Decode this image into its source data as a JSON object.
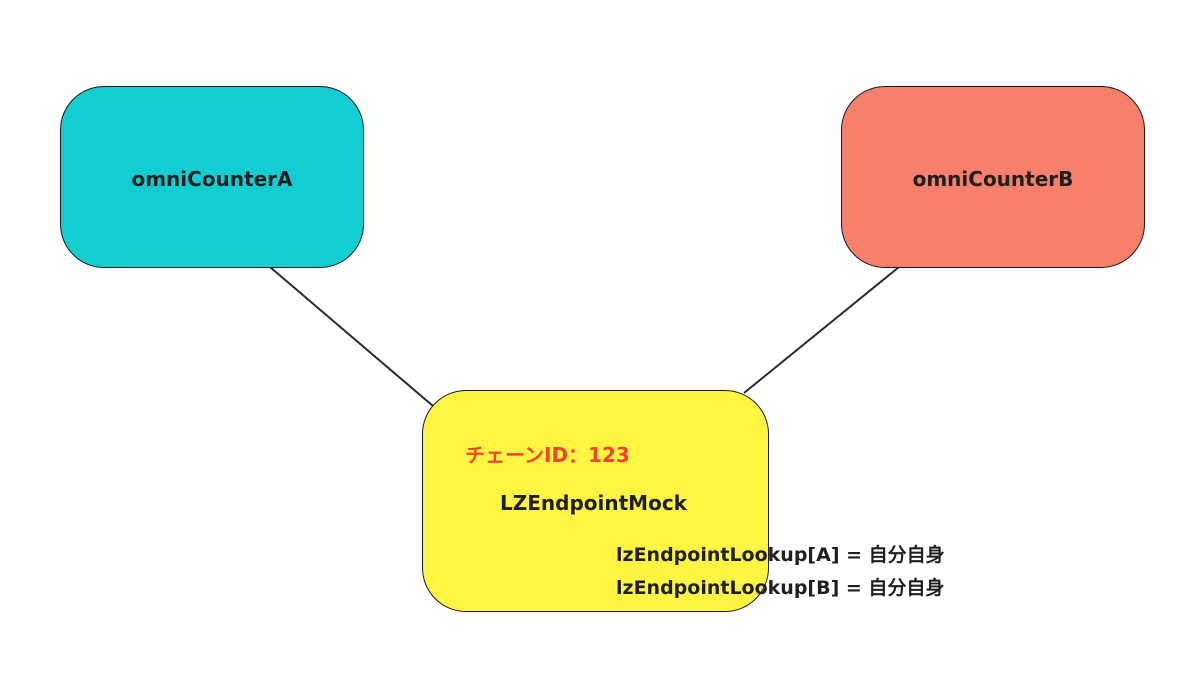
{
  "colors": {
    "node_a_fill": "#12ced3",
    "node_b_fill": "#f6806c",
    "center_fill": "#fef542",
    "chain_id_text": "#f2452b",
    "connector_line": "#2a2a2a"
  },
  "node_a": {
    "label": "omniCounterA"
  },
  "node_b": {
    "label": "omniCounterB"
  },
  "center": {
    "chain_id": "チェーンID：123",
    "title": "LZEndpointMock",
    "lookups": [
      "lzEndpointLookup[A] = 自分自身",
      "lzEndpointLookup[B] = 自分自身"
    ]
  }
}
